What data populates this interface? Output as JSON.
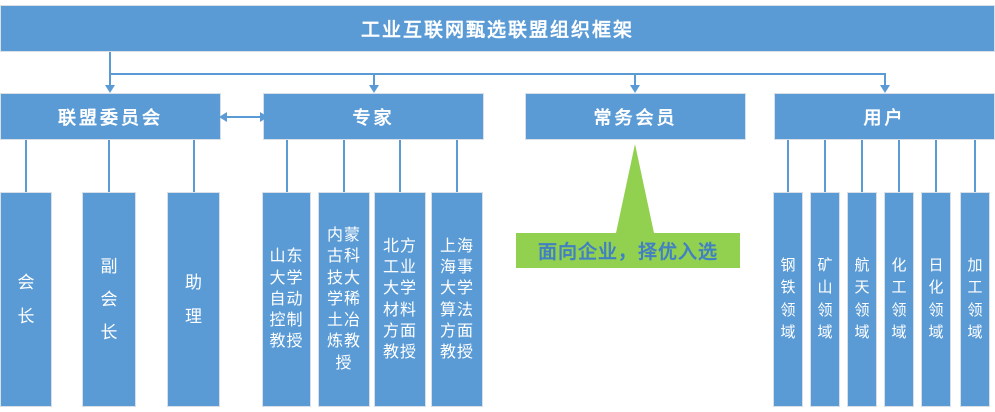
{
  "title": "工业互联网甄选联盟组织框架",
  "colors": {
    "blue": "#5B9BD5",
    "green": "#92D050",
    "green_text": "#4180C3",
    "line": "#5B9BD5"
  },
  "nodes": {
    "committee": {
      "label": "联盟委员会",
      "children": [
        {
          "label": "会长"
        },
        {
          "label": "副会长"
        },
        {
          "label": "助理"
        }
      ]
    },
    "experts": {
      "label": "专家",
      "children": [
        {
          "label": "山东大学自动控制教授"
        },
        {
          "label": "内蒙古科技大学稀土冶炼教授"
        },
        {
          "label": "北方工业大学材料方面教授"
        },
        {
          "label": "上海海事大学算法方面教授"
        }
      ]
    },
    "members": {
      "label": "常务会员",
      "callout": "面向企业，择优入选"
    },
    "users": {
      "label": "用户",
      "children": [
        {
          "label": "钢铁领域"
        },
        {
          "label": "矿山领域"
        },
        {
          "label": "航天领域"
        },
        {
          "label": "化工领域"
        },
        {
          "label": "日化领域"
        },
        {
          "label": "加工领域"
        }
      ]
    }
  }
}
